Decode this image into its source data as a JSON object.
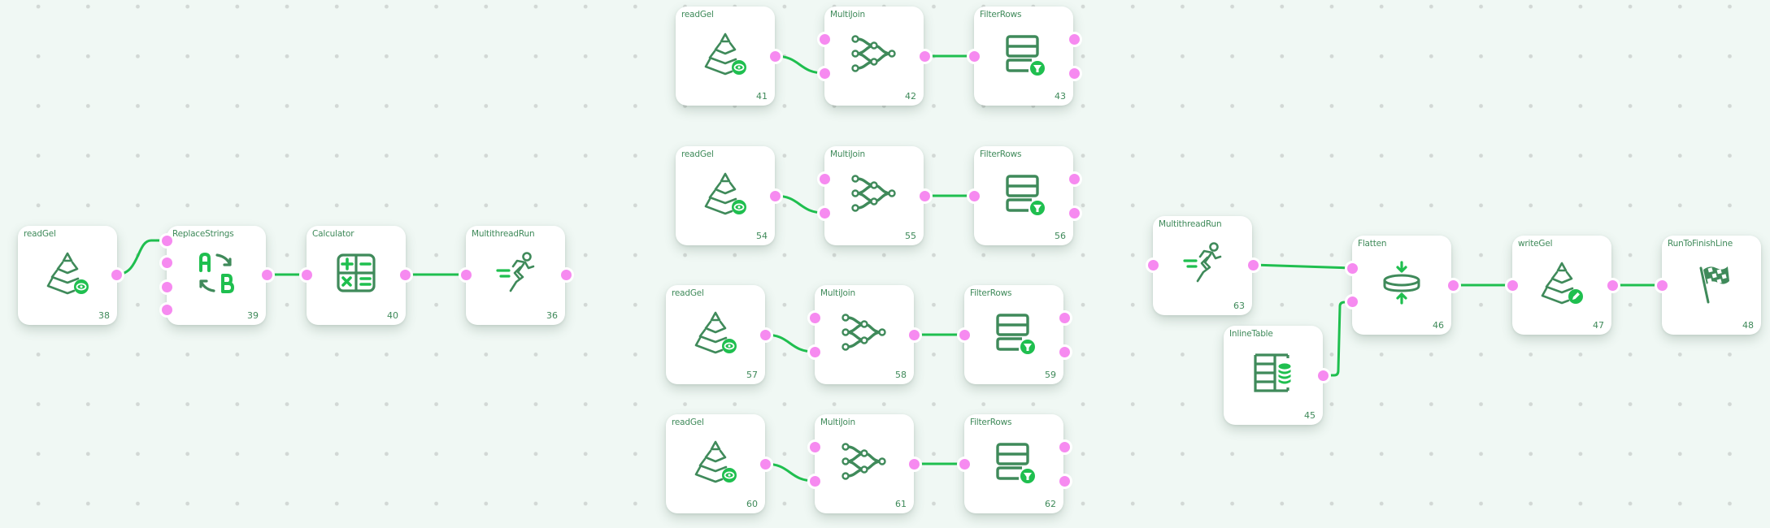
{
  "canvas": {
    "background": "#f0f8f4",
    "grid_dot_color": "#d2d8d5",
    "edge_color": "#1fbf4f",
    "port_color": "#f68af0",
    "node_text_color": "#3f8a5a"
  },
  "nodes": [
    {
      "id": "38",
      "title": "readGel",
      "number": "38",
      "icon": "read-gel-icon"
    },
    {
      "id": "39",
      "title": "ReplaceStrings",
      "number": "39",
      "icon": "replace-strings-icon"
    },
    {
      "id": "40",
      "title": "Calculator",
      "number": "40",
      "icon": "calculator-icon"
    },
    {
      "id": "36",
      "title": "MultithreadRun",
      "number": "36",
      "icon": "multithread-run-icon"
    },
    {
      "id": "41",
      "title": "readGel",
      "number": "41",
      "icon": "read-gel-icon"
    },
    {
      "id": "42",
      "title": "MultiJoin",
      "number": "42",
      "icon": "multijoin-icon"
    },
    {
      "id": "43",
      "title": "FilterRows",
      "number": "43",
      "icon": "filter-rows-icon"
    },
    {
      "id": "54",
      "title": "readGel",
      "number": "54",
      "icon": "read-gel-icon"
    },
    {
      "id": "55",
      "title": "MultiJoin",
      "number": "55",
      "icon": "multijoin-icon"
    },
    {
      "id": "56",
      "title": "FilterRows",
      "number": "56",
      "icon": "filter-rows-icon"
    },
    {
      "id": "57",
      "title": "readGel",
      "number": "57",
      "icon": "read-gel-icon"
    },
    {
      "id": "58",
      "title": "MultiJoin",
      "number": "58",
      "icon": "multijoin-icon"
    },
    {
      "id": "59",
      "title": "FilterRows",
      "number": "59",
      "icon": "filter-rows-icon"
    },
    {
      "id": "60",
      "title": "readGel",
      "number": "60",
      "icon": "read-gel-icon"
    },
    {
      "id": "61",
      "title": "MultiJoin",
      "number": "61",
      "icon": "multijoin-icon"
    },
    {
      "id": "62",
      "title": "FilterRows",
      "number": "62",
      "icon": "filter-rows-icon"
    },
    {
      "id": "63",
      "title": "MultithreadRun",
      "number": "63",
      "icon": "multithread-run-icon"
    },
    {
      "id": "45",
      "title": "InlineTable",
      "number": "45",
      "icon": "inline-table-icon"
    },
    {
      "id": "46",
      "title": "Flatten",
      "number": "46",
      "icon": "flatten-icon"
    },
    {
      "id": "47",
      "title": "writeGel",
      "number": "47",
      "icon": "write-gel-icon"
    },
    {
      "id": "48",
      "title": "RunToFinishLine",
      "number": "48",
      "icon": "finish-flag-icon"
    }
  ],
  "edges": [
    {
      "from": "38",
      "to": "39"
    },
    {
      "from": "39",
      "to": "40"
    },
    {
      "from": "40",
      "to": "36"
    },
    {
      "from": "41",
      "to": "42"
    },
    {
      "from": "42",
      "to": "43"
    },
    {
      "from": "54",
      "to": "55"
    },
    {
      "from": "55",
      "to": "56"
    },
    {
      "from": "57",
      "to": "58"
    },
    {
      "from": "58",
      "to": "59"
    },
    {
      "from": "60",
      "to": "61"
    },
    {
      "from": "61",
      "to": "62"
    },
    {
      "from": "63",
      "to": "46"
    },
    {
      "from": "45",
      "to": "46"
    },
    {
      "from": "46",
      "to": "47"
    },
    {
      "from": "47",
      "to": "48"
    }
  ]
}
